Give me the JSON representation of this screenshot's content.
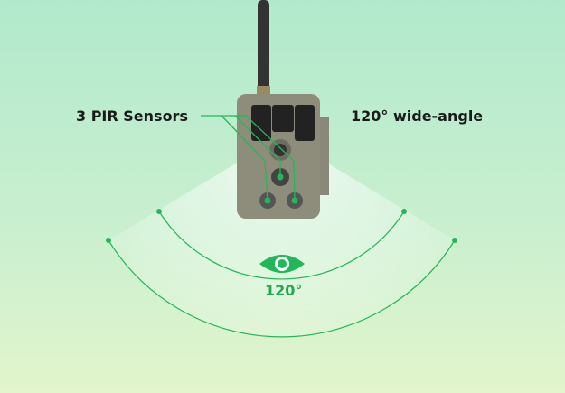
{
  "labels": {
    "pir_sensors": "3 PIR Sensors",
    "wide_angle": "120° wide-angle",
    "angle_value": "120°"
  },
  "colors": {
    "accent": "#22b85a",
    "text": "#1a1a1a"
  },
  "icons": [
    "eye-icon"
  ]
}
